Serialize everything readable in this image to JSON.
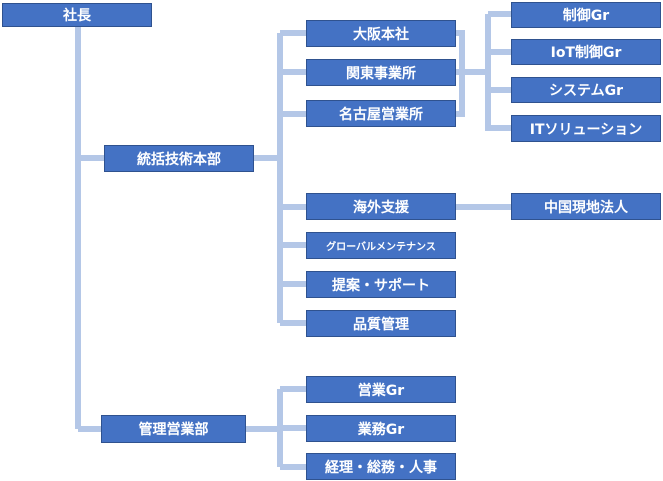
{
  "chart": {
    "president": "社長",
    "tech_division": "統括技術本部",
    "sales_division": "管理営業部",
    "osaka": "大阪本社",
    "kanto": "関東事業所",
    "nagoya": "名古屋営業所",
    "control_gr": "制御Gr",
    "iot_gr": "IoT制御Gr",
    "system_gr": "システムGr",
    "it_solution": "ITソリューション",
    "overseas": "海外支援",
    "china_corp": "中国現地法人",
    "global_maint": "グローバルメンテナンス",
    "proposal": "提案・サポート",
    "quality": "品質管理",
    "sales_gr": "営業Gr",
    "business_gr": "業務Gr",
    "admin": "経理・総務・人事"
  },
  "colors": {
    "box_fill": "#4472c4",
    "box_border": "#2f528f",
    "connector": "#b4c7e7",
    "text": "#ffffff"
  }
}
